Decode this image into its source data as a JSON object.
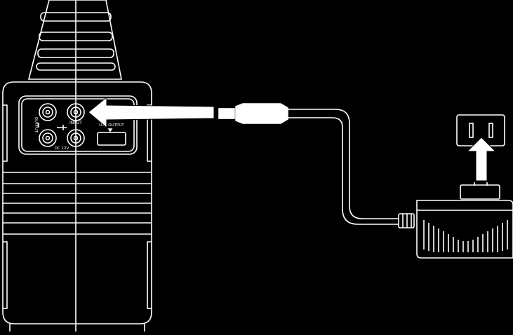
{
  "diagram": {
    "background": "#000000",
    "line_color": "#ffffff",
    "labels": {
      "input": "INPUT",
      "output_side": "OUTPUT",
      "usb_output": "USB OUTPUT",
      "dc_voltage": "DC 12V"
    },
    "arrows": {
      "plug_arrow": "arrow-left-icon",
      "adapter_arrow": "arrow-up-icon"
    }
  }
}
